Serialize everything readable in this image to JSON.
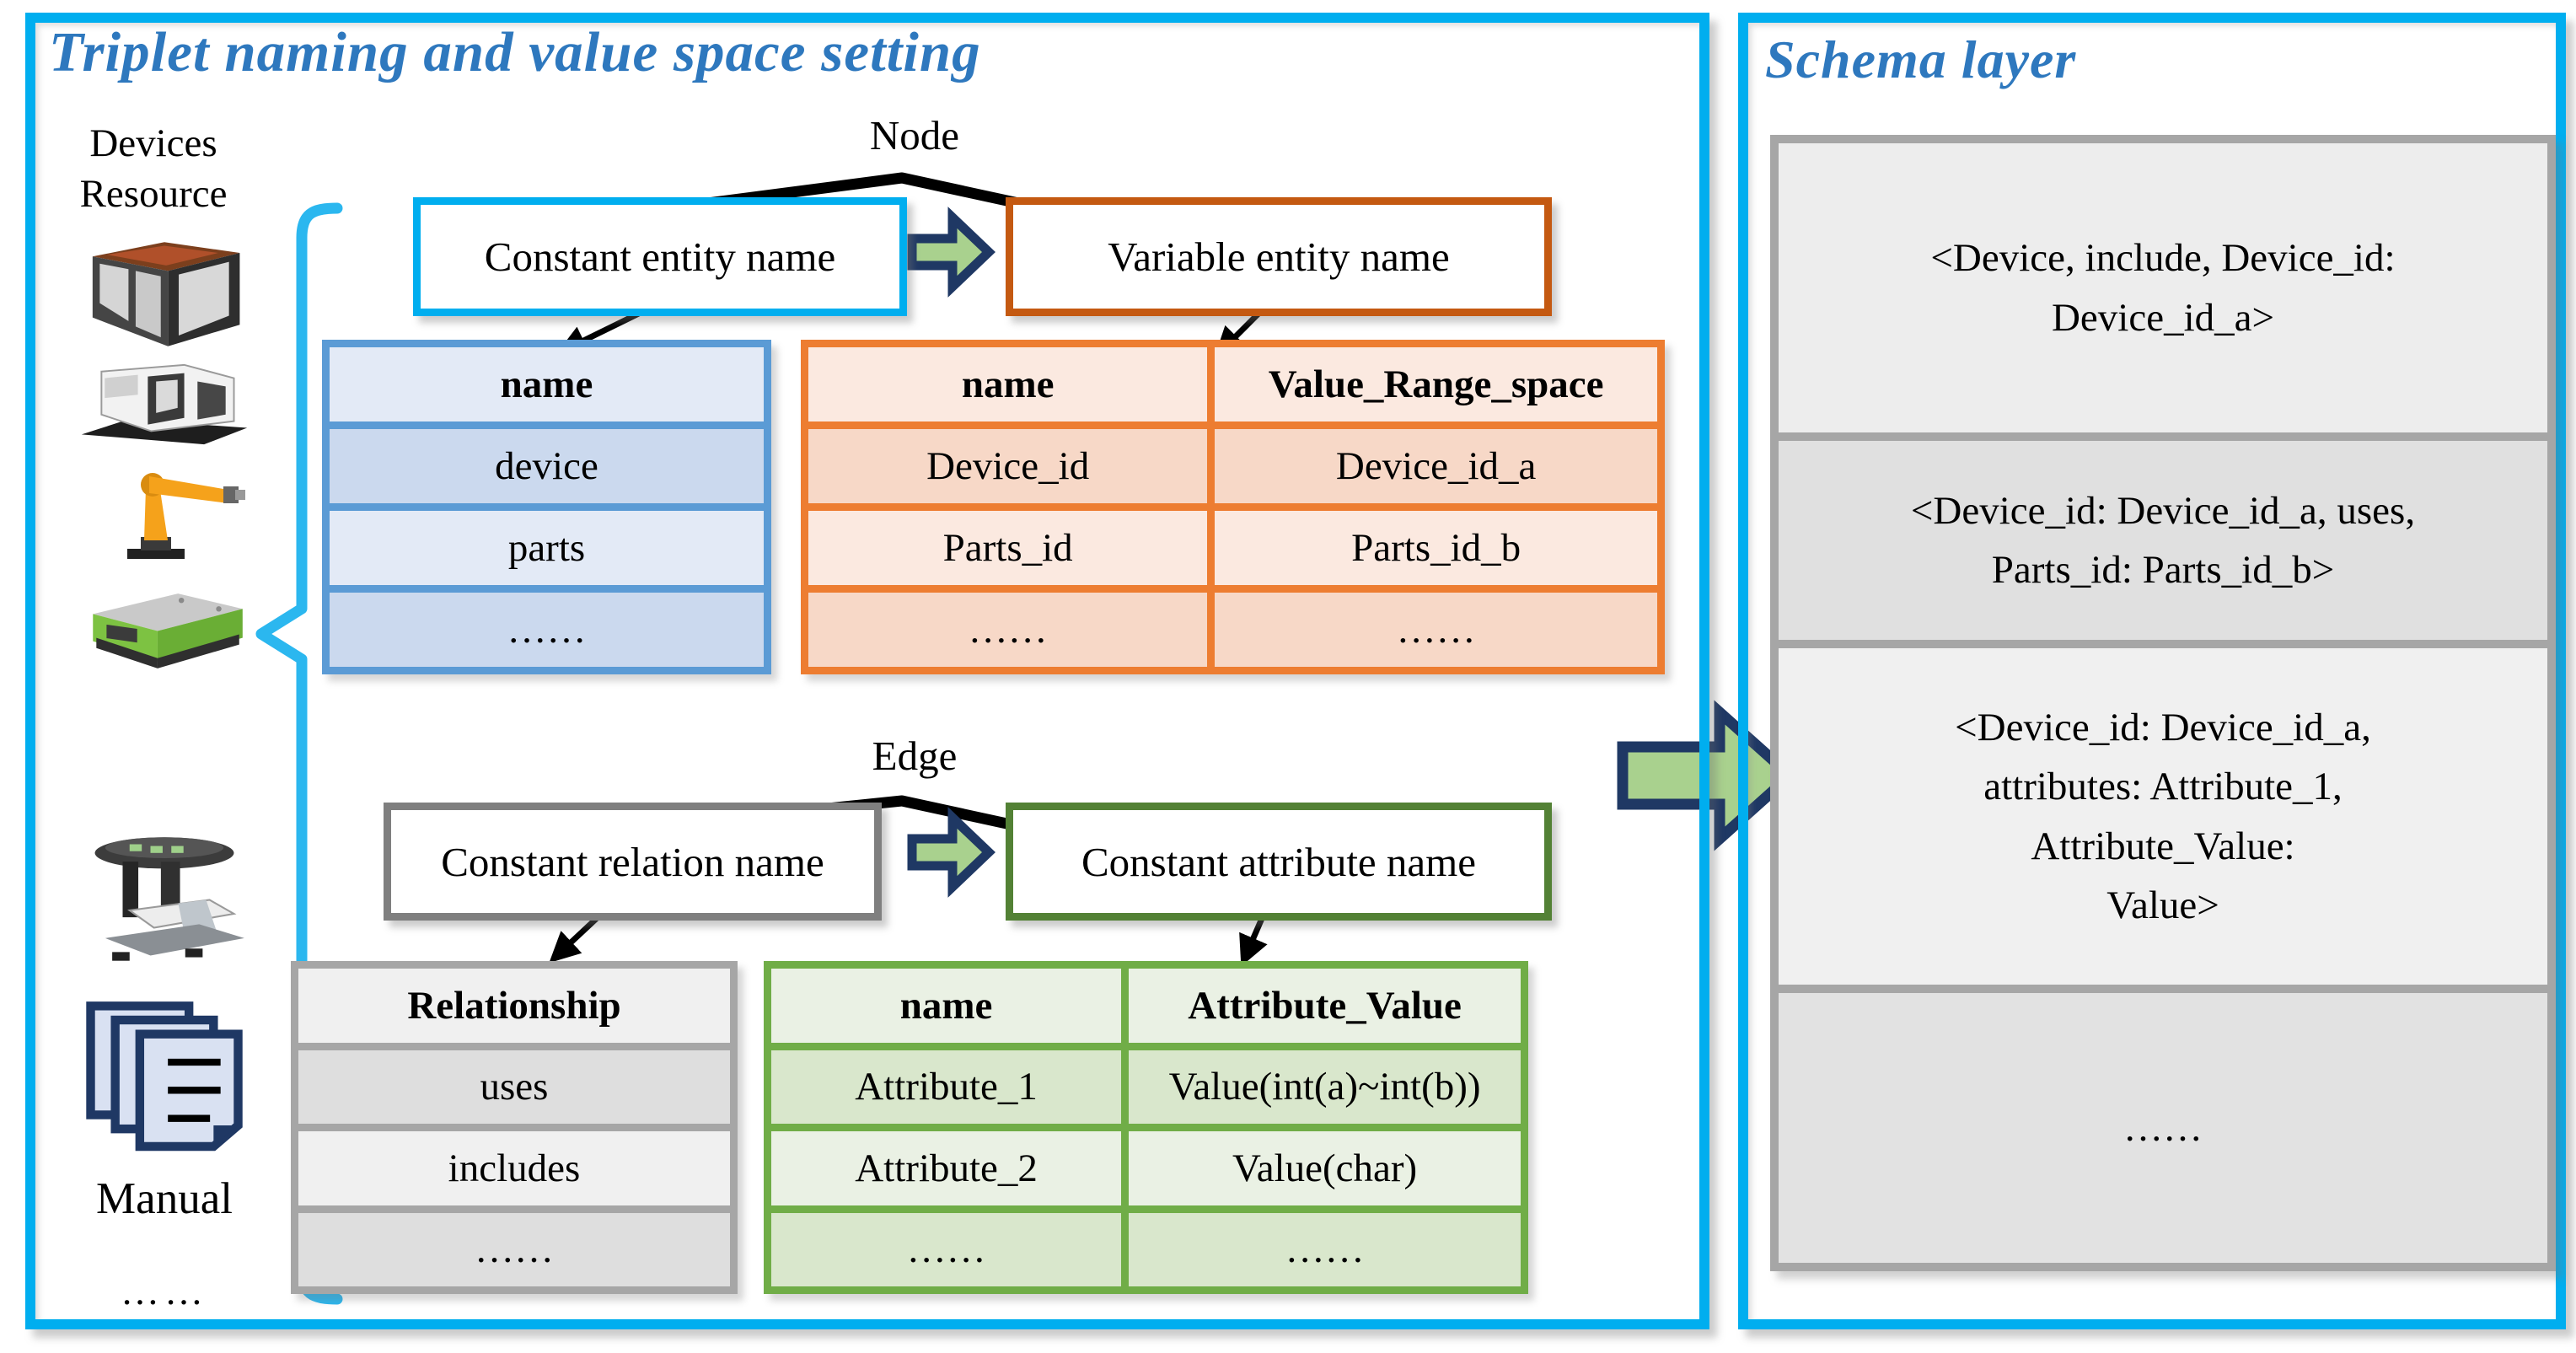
{
  "left_panel": {
    "title": "Triplet naming and value space setting"
  },
  "devices": {
    "label_line1": "Devices",
    "label_line2": "Resource",
    "items": [
      {
        "name": "3d-printer"
      },
      {
        "name": "cnc-machine"
      },
      {
        "name": "robot-arm"
      },
      {
        "name": "agv-unit"
      },
      {
        "name": "indexing-machine"
      },
      {
        "name": "manual-documents"
      }
    ],
    "manual_label": "Manual",
    "ellipsis": "……"
  },
  "node_section": {
    "label": "Node",
    "constant_box": "Constant entity name",
    "variable_box": "Variable entity name",
    "constant_table": {
      "header": "name",
      "rows": [
        "device",
        "parts",
        "……"
      ]
    },
    "variable_table": {
      "headers": [
        "name",
        "Value_Range_space"
      ],
      "rows": [
        [
          "Device_id",
          "Device_id_a"
        ],
        [
          "Parts_id",
          "Parts_id_b"
        ],
        [
          "……",
          "……"
        ]
      ]
    }
  },
  "edge_section": {
    "label": "Edge",
    "relation_box": "Constant relation name",
    "attribute_box": "Constant attribute name",
    "relation_table": {
      "header": "Relationship",
      "rows": [
        "uses",
        "includes",
        "……"
      ]
    },
    "attribute_table": {
      "headers": [
        "name",
        "Attribute_Value"
      ],
      "rows": [
        [
          "Attribute_1",
          "Value(int(a)~int(b))"
        ],
        [
          "Attribute_2",
          "Value(char)"
        ],
        [
          "……",
          "……"
        ]
      ]
    }
  },
  "schema_panel": {
    "title": "Schema layer",
    "cells": [
      "<Device, include,  Device_id:\nDevice_id_a>",
      "<Device_id: Device_id_a, uses,\nParts_id: Parts_id_b>",
      "<Device_id: Device_id_a,\nattributes: Attribute_1,\nAttribute_Value:\nValue>",
      "……"
    ]
  },
  "colors": {
    "panel_border": "#00AEEF",
    "title_blue": "#2E78BE",
    "constant_entity_border": "#00AEEF",
    "variable_entity_border": "#C45911",
    "entity_table_border": "#5B9BD5",
    "value_table_border": "#ED7D31",
    "relation_box_border": "#7F7F7F",
    "attribute_box_border": "#538135",
    "relation_table_border": "#A6A6A6",
    "attribute_table_border": "#70AD47",
    "block_arrow_fill": "#A9D18E",
    "block_arrow_outline": "#1F3864",
    "schema_cell_border": "#A6A6A6",
    "brace_cyan": "#2BB7EF"
  }
}
